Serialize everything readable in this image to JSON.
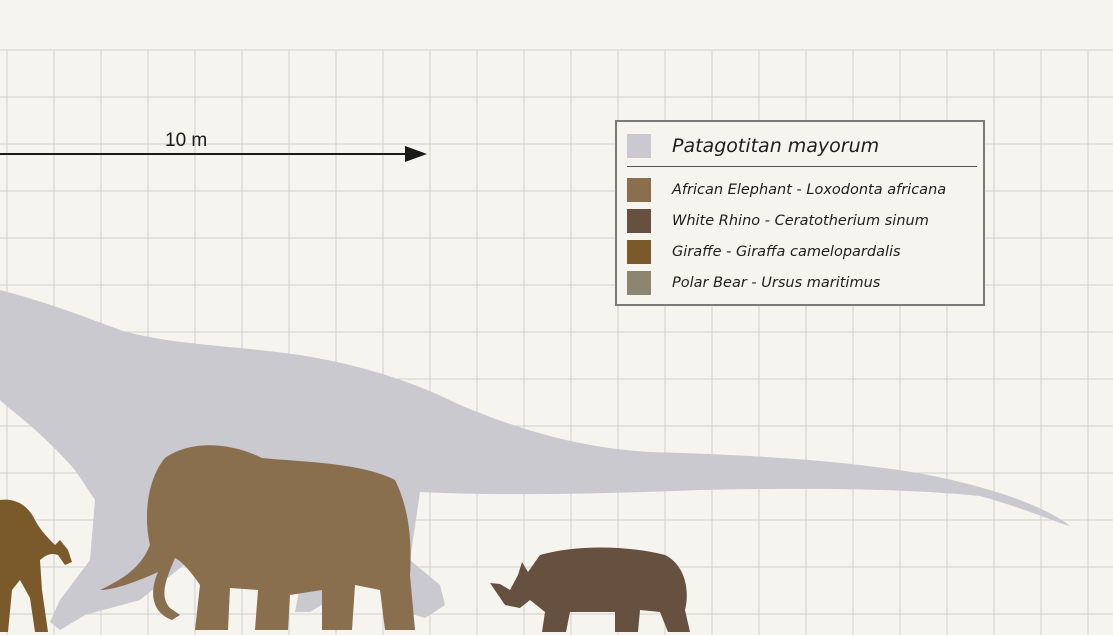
{
  "scale_bar": {
    "label": "10 m"
  },
  "legend": {
    "header": {
      "label": "Patagotitan mayorum",
      "color": "#c9c9cf"
    },
    "items": [
      {
        "label": "African Elephant - Loxodonta africana",
        "color": "#8a6f4f"
      },
      {
        "label": "White Rhino - Ceratotherium sinum",
        "color": "#66503f"
      },
      {
        "label": "Giraffe - Giraffa camelopardalis",
        "color": "#7a5a2a"
      },
      {
        "label": "Polar Bear - Ursus maritimus",
        "color": "#8c8670"
      }
    ]
  },
  "colors": {
    "background": "#f6f4ee",
    "grid": "#cfcfcf",
    "patagotitan": "#c9c9cf",
    "elephant": "#8a6f4f",
    "rhino": "#66503f",
    "giraffe": "#7a5a2a"
  }
}
